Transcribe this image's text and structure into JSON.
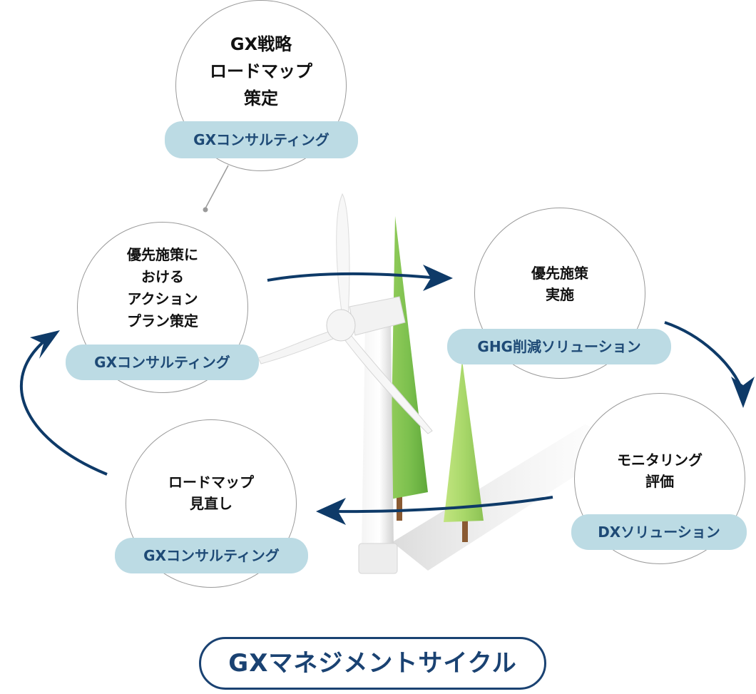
{
  "steps": [
    {
      "title": "GX戦略\nロードマップ\n策定",
      "tag": "GXコンサルティング"
    },
    {
      "title": "優先施策\n実施",
      "tag": "GHG削減ソリューション"
    },
    {
      "title": "モニタリング\n評価",
      "tag": "DXソリューション"
    },
    {
      "title": "ロードマップ\n見直し",
      "tag": "GXコンサルティング"
    },
    {
      "title": "優先施策に\nおける\nアクション\nプラン策定",
      "tag": "GXコンサルティング"
    }
  ],
  "footer_label": "GXマネジメントサイクル",
  "colors": {
    "arrow": "#0e3a68",
    "pill": "#bcdbe4",
    "pill_text": "#1e4a76",
    "tree_dark": "#7cc04e",
    "tree_light": "#a9d86a",
    "footer": "#1a4272"
  }
}
